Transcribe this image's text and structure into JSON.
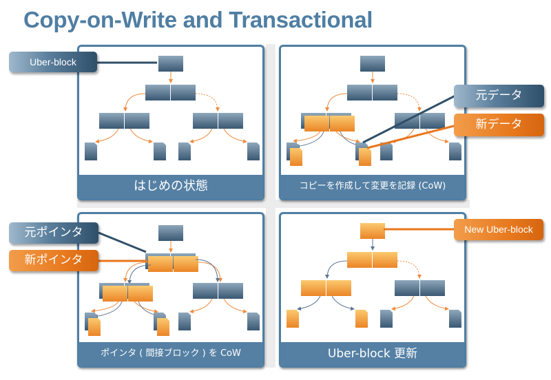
{
  "title": "Copy-on-Write and Transactional",
  "panels": [
    {
      "id": "initial",
      "caption": "はじめの状態"
    },
    {
      "id": "cow-data",
      "caption": "コピーを作成して変更を記録 (CoW)"
    },
    {
      "id": "cow-pointer",
      "caption": "ポインタ ( 間接ブロック ) を CoW"
    },
    {
      "id": "uber-update",
      "caption": "Uber-block 更新"
    }
  ],
  "callouts": {
    "uber_block": "Uber-block",
    "old_data": "元データ",
    "new_data": "新データ",
    "old_pointer": "元ポインタ",
    "new_pointer": "新ポインタ",
    "new_uber_block": "New Uber-block"
  },
  "colors": {
    "title": "#4f7ea3",
    "panel_border": "#4f7ea3",
    "caption_bg": "#5580a4",
    "block_blue_top": "#8aa3b8",
    "block_blue_bottom": "#3c5b76",
    "block_orange_top": "#fbc56b",
    "block_orange_bottom": "#ec8a2a",
    "arrow_orange": "#f08a3c",
    "arrow_blue": "#5a7590",
    "divider": "#ececec"
  }
}
